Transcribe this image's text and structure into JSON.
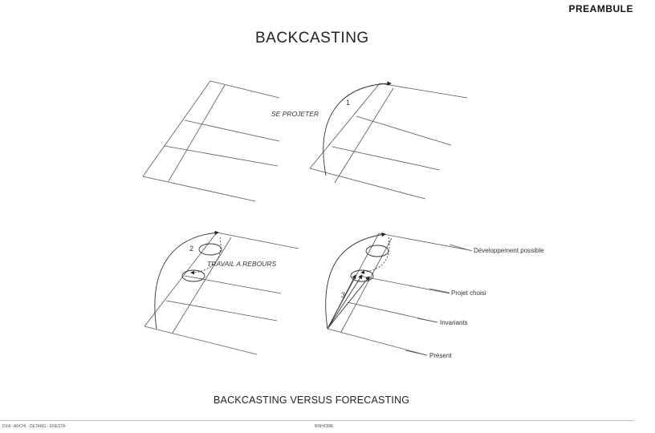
{
  "header": {
    "section_label": "PREAMBULE",
    "title": "BACKCASTING"
  },
  "panels": {
    "top_right": {
      "annotation": "SE PROJETER",
      "step": "1"
    },
    "bottom_left": {
      "annotation": "TRAVAIL A REBOURS",
      "step": "2"
    },
    "bottom_right": {
      "step": "3",
      "labels": [
        "Développement possible",
        "Projet choisi",
        "Invariants",
        "Présent"
      ]
    }
  },
  "caption": "BACKCASTING VERSUS FORECASTING",
  "footer": {
    "left": "DXA : ARCHI - DETANG - ENESTA",
    "center": "BINHOME"
  }
}
